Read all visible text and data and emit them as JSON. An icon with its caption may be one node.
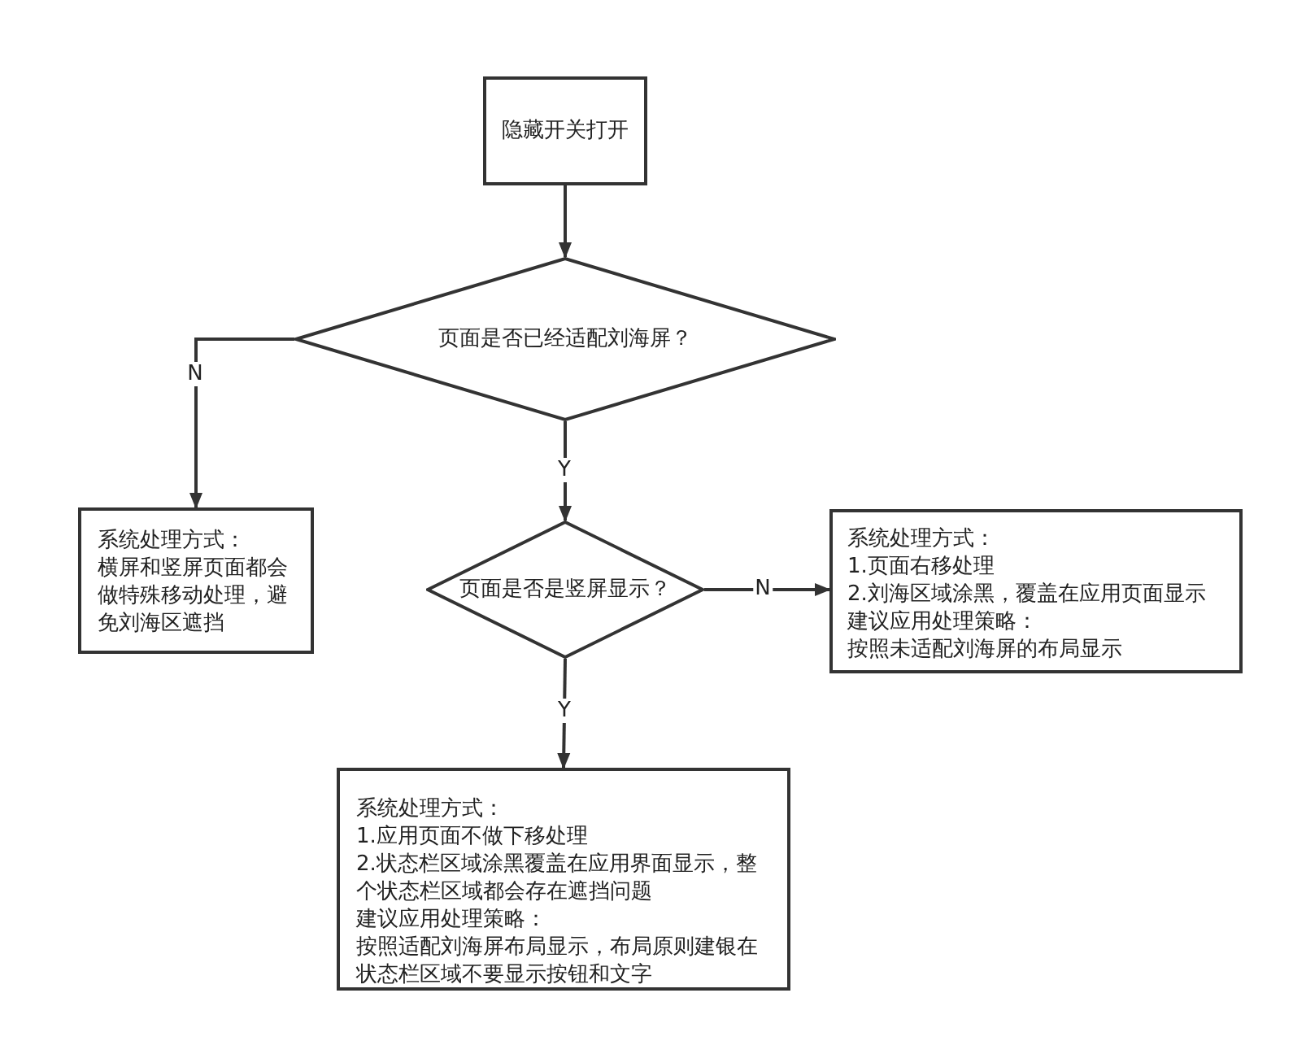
{
  "diagram": {
    "nodes": [
      {
        "text": [
          "隐藏开关打开"
        ]
      },
      {
        "text": [
          "页面是否已经适配刘海屏？"
        ]
      },
      {
        "text": [
          "系统处理方式：",
          "横屏和竖屏页面都会做特殊移动处理，避免刘海区遮挡"
        ]
      },
      {
        "text": [
          "页面是否是竖屏显示？"
        ]
      },
      {
        "text": [
          "系统处理方式：",
          "1.页面右移处理",
          "2.刘海区域涂黑，覆盖在应用页面显示",
          "建议应用处理策略：",
          "按照未适配刘海屏的布局显示"
        ]
      },
      {
        "text": [
          "系统处理方式：",
          "1.应用页面不做下移处理",
          "2.状态栏区域涂黑覆盖在应用界面显示，整个状态栏区域都会存在遮挡问题",
          "建议应用处理策略：",
          "按照适配刘海屏布局显示，布局原则建银在状态栏区域不要显示按钮和文字"
        ]
      }
    ],
    "edges": [
      {
        "from": 0,
        "to": 1,
        "arrow": "to"
      },
      {
        "from": 1,
        "to": 2,
        "arrow": "to",
        "label": "N"
      },
      {
        "from": 1,
        "to": 3,
        "arrow": "to",
        "label": "Y"
      },
      {
        "from": 3,
        "to": 4,
        "arrow": "to",
        "label": "N"
      },
      {
        "from": 3,
        "to": 5,
        "arrow": "to",
        "label": "Y"
      }
    ]
  }
}
